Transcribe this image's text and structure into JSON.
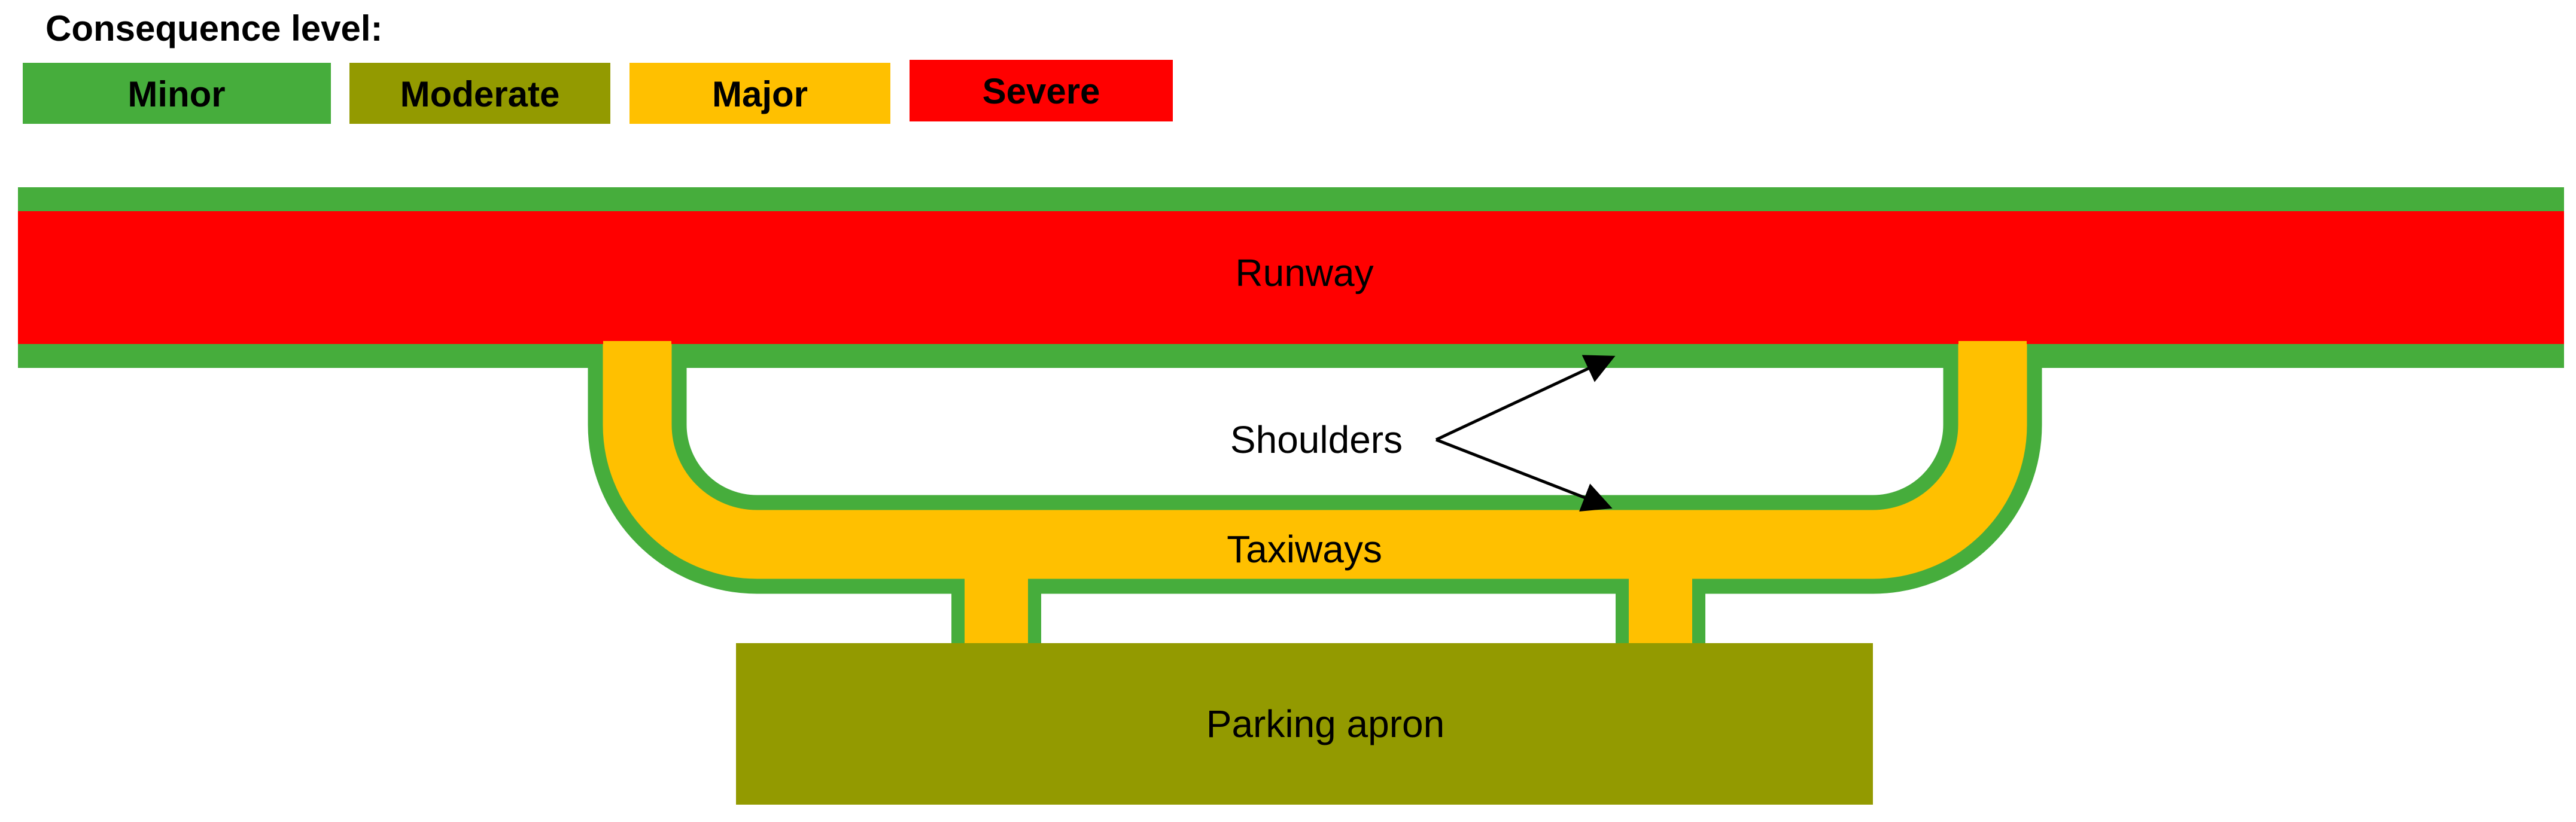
{
  "legend": {
    "title": "Consequence level:",
    "items": [
      {
        "label": "Minor",
        "color": "#46ad3c"
      },
      {
        "label": "Moderate",
        "color": "#939a00"
      },
      {
        "label": "Major",
        "color": "#ffc000"
      },
      {
        "label": "Severe",
        "color": "#ff0000"
      }
    ]
  },
  "areas": {
    "runway": {
      "label": "Runway",
      "color": "#ff0000"
    },
    "shoulders": {
      "label": "Shoulders",
      "color": "#46ad3c"
    },
    "taxiways": {
      "label": "Taxiways",
      "color": "#ffc000"
    },
    "apron": {
      "label": "Parking apron",
      "color": "#939a00"
    }
  }
}
